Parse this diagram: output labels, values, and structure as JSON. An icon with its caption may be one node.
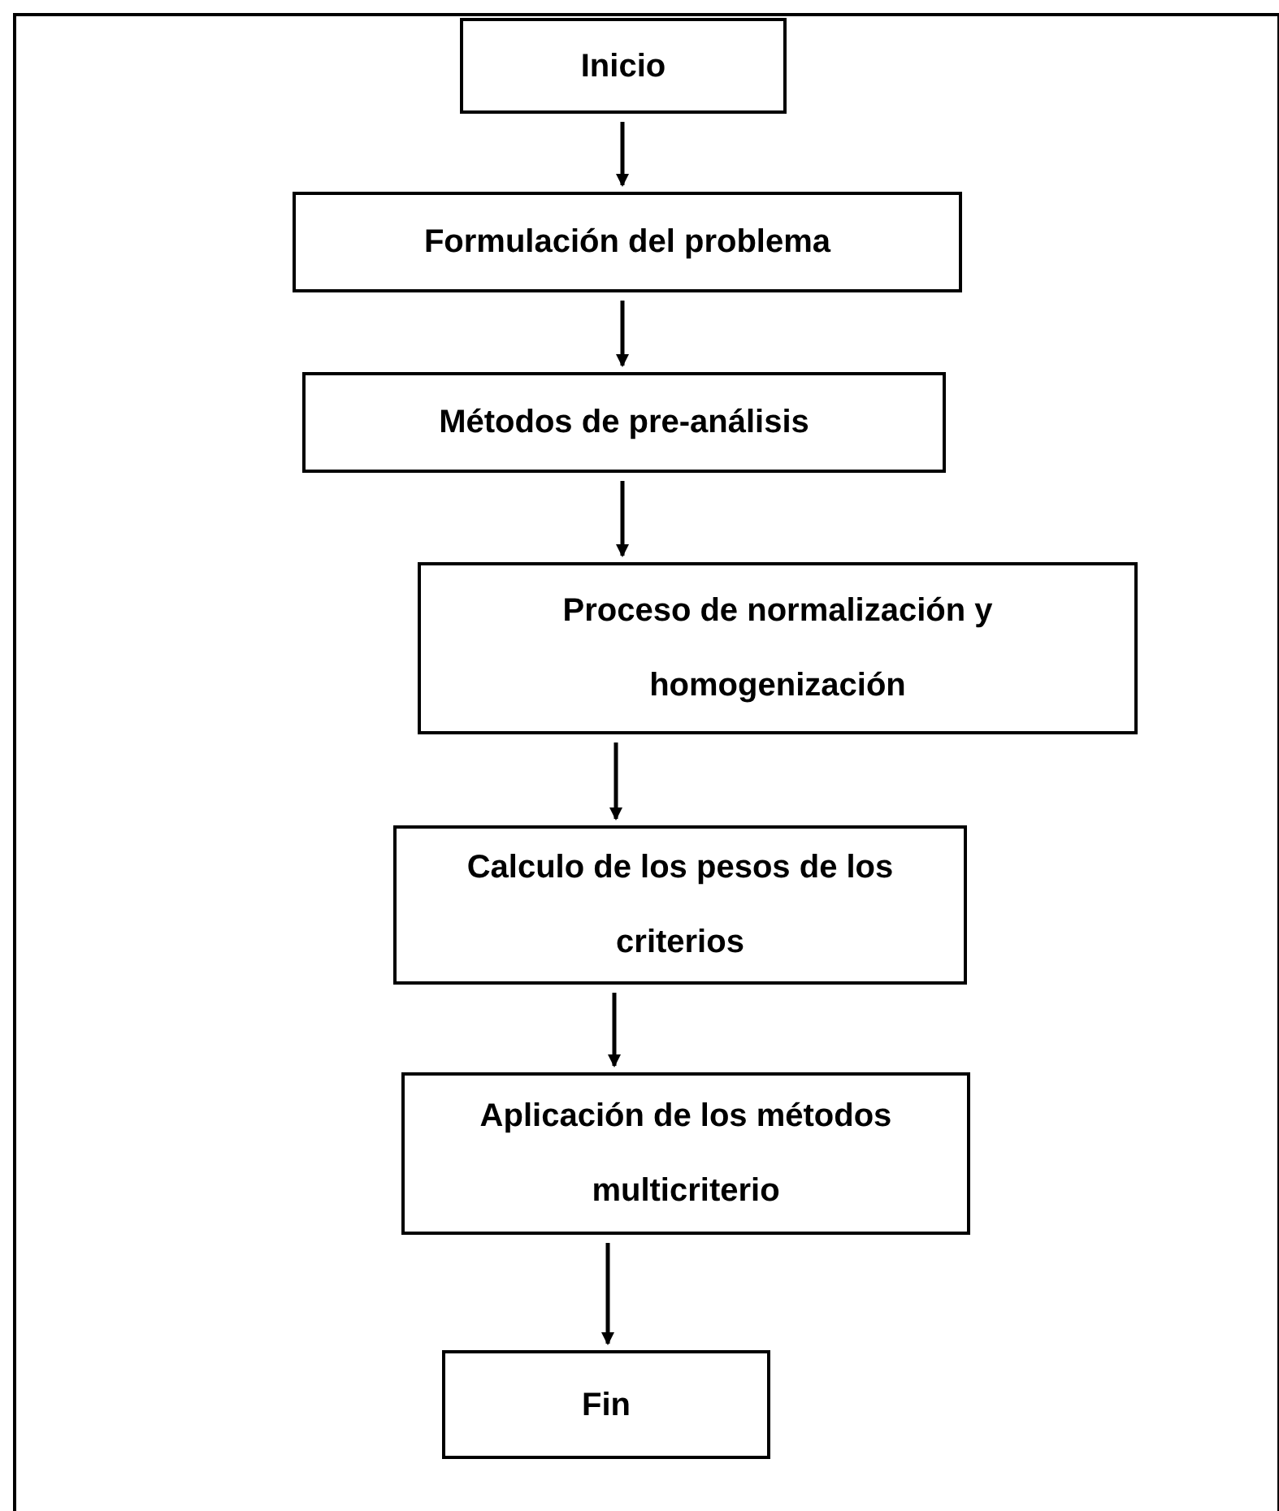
{
  "diagram": {
    "nodes": [
      {
        "text": [
          "Inicio"
        ]
      },
      {
        "text": [
          "Formulación del problema"
        ]
      },
      {
        "text": [
          "Métodos de pre-análisis"
        ]
      },
      {
        "text": [
          "Proceso de normalización y homogenización"
        ]
      },
      {
        "text": [
          "Calculo de los pesos de los criterios"
        ]
      },
      {
        "text": [
          "Aplicación de los métodos multicriterio"
        ]
      },
      {
        "text": [
          "Fin"
        ]
      }
    ],
    "edges": [
      {
        "from": 0,
        "to": 1,
        "arrow": "to"
      },
      {
        "from": 1,
        "to": 2,
        "arrow": "to"
      },
      {
        "from": 2,
        "to": 3,
        "arrow": "to"
      },
      {
        "from": 3,
        "to": 4,
        "arrow": "to"
      },
      {
        "from": 4,
        "to": 5,
        "arrow": "to"
      },
      {
        "from": 5,
        "to": 6,
        "arrow": "to"
      }
    ]
  }
}
